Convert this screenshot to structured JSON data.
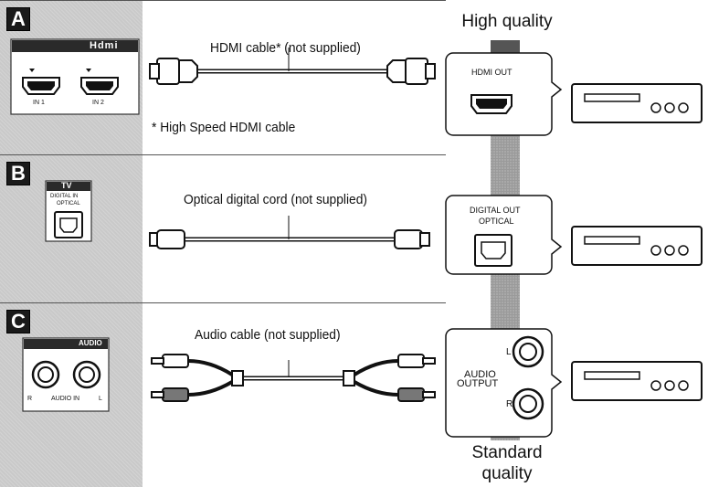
{
  "rows": [
    {
      "letter": "A",
      "panel_logo": "Hdmi",
      "panel_ports": [
        "IN 1",
        "IN 2"
      ],
      "cable_label": "HDMI cable* (not supplied)",
      "footnote": "* High Speed HDMI cable",
      "output_label": "HDMI OUT"
    },
    {
      "letter": "B",
      "panel_title": "TV",
      "panel_sub": [
        "DIGITAL IN",
        "OPTICAL"
      ],
      "cable_label": "Optical digital cord (not supplied)",
      "output_label": [
        "DIGITAL OUT",
        "OPTICAL"
      ]
    },
    {
      "letter": "C",
      "panel_title": "AUDIO",
      "panel_ports": [
        "R",
        "AUDIO IN",
        "L"
      ],
      "cable_label": "Audio cable (not supplied)",
      "output_label": [
        "AUDIO",
        "OUTPUT"
      ],
      "output_channels": [
        "L",
        "R"
      ]
    }
  ],
  "quality": {
    "high": "High quality",
    "standard": [
      "Standard",
      "quality"
    ]
  }
}
